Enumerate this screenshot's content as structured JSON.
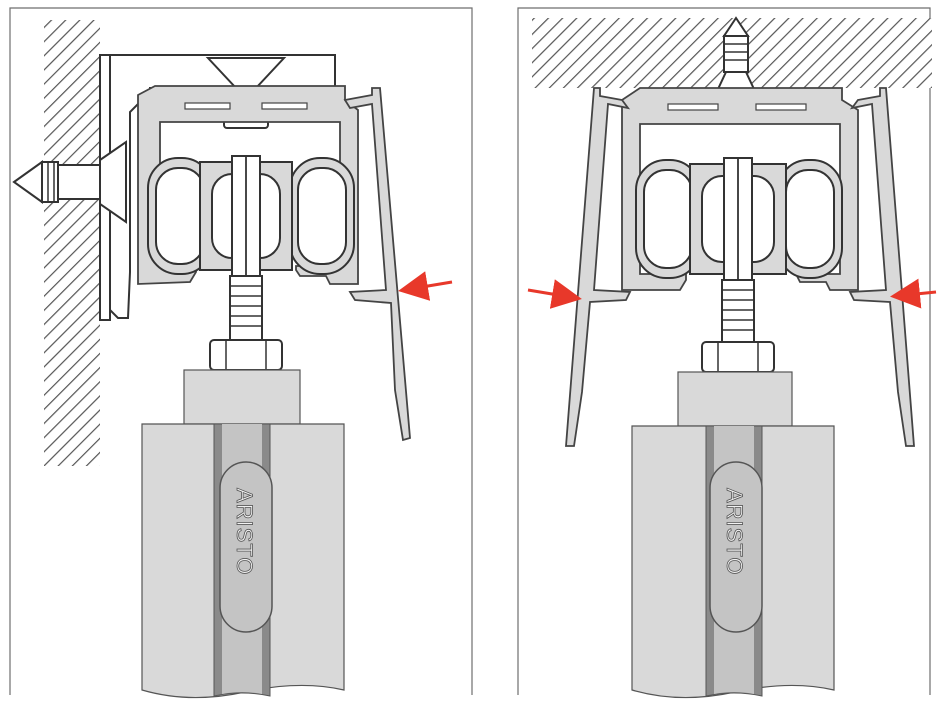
{
  "brand": "ARISTO",
  "colors": {
    "background": "#ffffff",
    "frame": "#6e6e6e",
    "metal_light": "#d9d9d9",
    "metal_mid": "#c4c4c4",
    "metal_dark": "#8a8a8a",
    "outline": "#333333",
    "hatch": "#555555",
    "arrow": "#e8382a"
  },
  "panels": [
    {
      "id": "wall-mount",
      "mount": "wall",
      "arrows": [
        "right"
      ]
    },
    {
      "id": "ceiling-mount",
      "mount": "ceiling",
      "arrows": [
        "left",
        "right"
      ]
    }
  ]
}
